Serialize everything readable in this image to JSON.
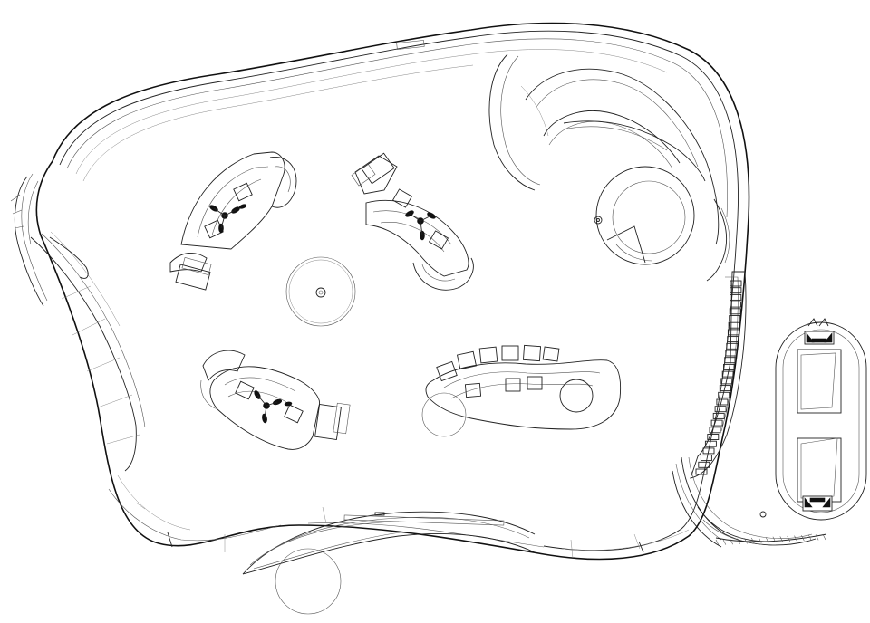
{
  "drawing": {
    "type": "floor-plan-line-drawing",
    "colors": {
      "stroke": "#222222",
      "background": "#ffffff"
    },
    "counts": {
      "desk_stations": 4,
      "lounge_counters": 1,
      "pavilions": 1
    }
  }
}
